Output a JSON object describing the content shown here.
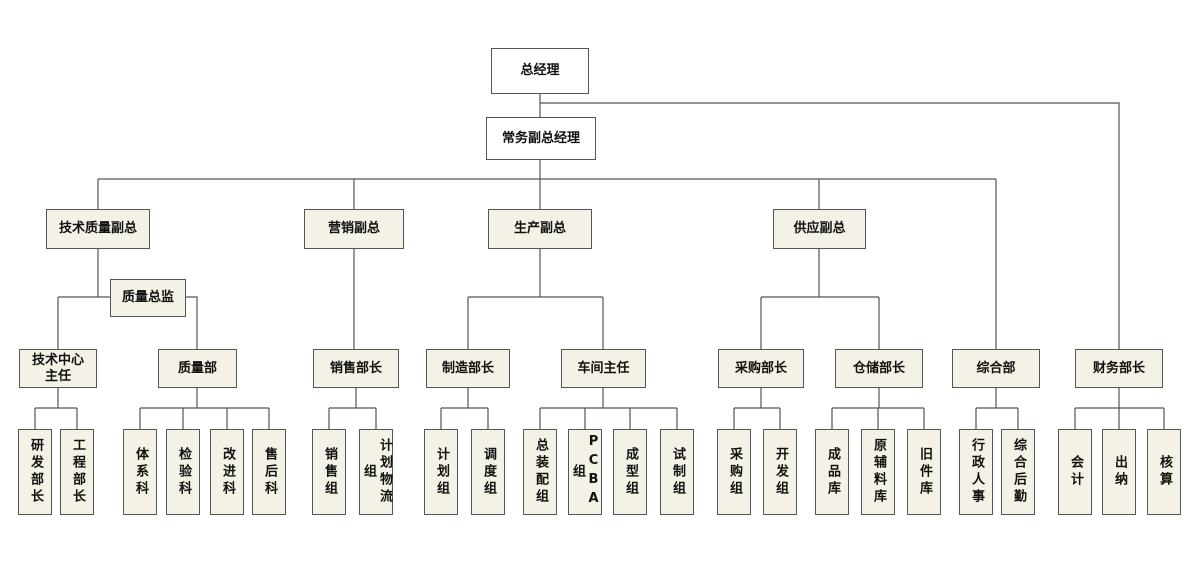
{
  "org": {
    "gm": "总经理",
    "exec_vp": "常务副总经理",
    "vp_tech_quality": "技术质量副总",
    "vp_marketing": "营销副总",
    "vp_production": "生产副总",
    "vp_supply": "供应副总",
    "quality_director": "质量总监",
    "tech_center_head": "技术中心主任",
    "quality_dept": "质量部",
    "sales_manager": "销售部长",
    "manufacturing_manager": "制造部长",
    "workshop_head": "车间主任",
    "purchasing_manager": "采购部长",
    "warehouse_manager": "仓储部长",
    "general_dept": "综合部",
    "finance_manager": "财务部长",
    "leaves": {
      "rd_manager": "研发部长",
      "eng_manager": "工程部长",
      "system_section": "体系科",
      "inspection_section": "检验科",
      "improvement_section": "改进科",
      "aftersales_section": "售后科",
      "sales_group": "销售组",
      "planning_logistics_group": "计划物流组",
      "planning_group": "计划组",
      "scheduling_group": "调度组",
      "assembly_group": "总装配组",
      "pcba_group": "PCBA组",
      "forming_group": "成型组",
      "trial_group": "试制组",
      "purchasing_group": "采购组",
      "development_group": "开发组",
      "finished_goods_store": "成品库",
      "raw_material_store": "原辅料库",
      "old_parts_store": "旧件库",
      "hr_admin": "行政人事",
      "general_logistics": "综合后勤",
      "accounting": "会计",
      "cashier": "出纳",
      "costing": "核算"
    }
  }
}
